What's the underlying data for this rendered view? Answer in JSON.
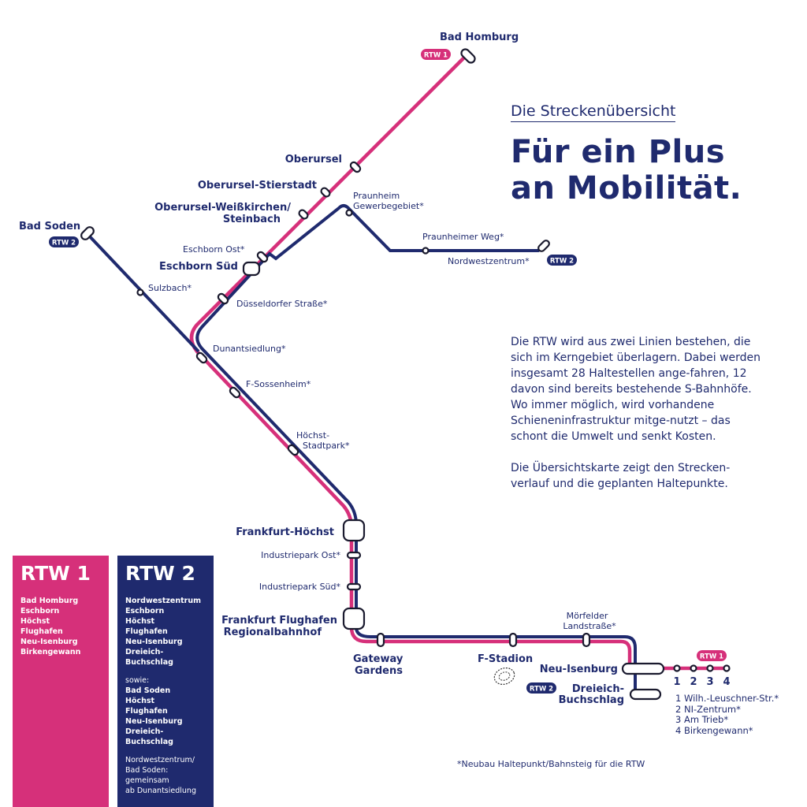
{
  "colors": {
    "rtw1": "#d6307a",
    "rtw2": "#1f2a6e"
  },
  "header": {
    "subtitle": "Die Streckenübersicht",
    "headline_1": "Für ein Plus",
    "headline_2": "an Mobilität."
  },
  "description": [
    "Die RTW wird aus zwei Linien bestehen, die sich im Kerngebiet überlagern. Dabei werden insgesamt 28 Haltestellen ange-fahren, 12 davon sind bereits bestehende S-Bahnhöfe. Wo immer möglich, wird vorhandene Schieneninfrastruktur mitge-nutzt – das schont die Umwelt und senkt Kosten.",
    "Die Übersichtskarte zeigt den Strecken-verlauf und die geplanten Haltepunkte."
  ],
  "badges": {
    "rtw1": "RTW 1",
    "rtw2": "RTW 2"
  },
  "stations": {
    "bad_homburg": "Bad Homburg",
    "oberursel": "Oberursel",
    "oberursel_stierstadt": "Oberursel-Stierstadt",
    "weisskirchen_1": "Oberursel-Weißkirchen/",
    "weisskirchen_2": "Steinbach",
    "praunheim_1": "Praunheim",
    "praunheim_2": "Gewerbegebiet*",
    "praunheimer_weg": "Praunheimer Weg*",
    "nordwestzentrum": "Nordwestzentrum*",
    "bad_soden": "Bad Soden",
    "eschborn_ost": "Eschborn Ost*",
    "eschborn_sued": "Eschborn Süd",
    "sulzbach": "Sulzbach*",
    "duesseldorfer": "Düsseldorfer Straße*",
    "dunantsiedlung": "Dunantsiedlung*",
    "sossenheim": "F-Sossenheim*",
    "hoechst_sp_1": "Höchst-",
    "hoechst_sp_2": "Stadtpark*",
    "f_hoechst": "Frankfurt-Höchst",
    "ip_ost": "Industriepark Ost*",
    "ip_sued": "Industriepark Süd*",
    "flughafen_1": "Frankfurt Flughafen",
    "flughafen_2": "Regionalbahnhof",
    "gateway_1": "Gateway",
    "gateway_2": "Gardens",
    "stadion": "F-Stadion",
    "moerfelder_1": "Mörfelder",
    "moerfelder_2": "Landstraße*",
    "neu_isenburg": "Neu-Isenburg",
    "dreieich_1": "Dreieich-",
    "dreieich_2": "Buchschlag"
  },
  "numbers": [
    "1",
    "2",
    "3",
    "4"
  ],
  "numbered_stops": [
    "1 Wilh.-Leuschner-Str.*",
    "2 NI-Zentrum*",
    "3 Am Trieb*",
    "4 Birkengewann*"
  ],
  "footnote": "*Neubau Haltepunkt/Bahnsteig für die RTW",
  "legend": {
    "rtw1": {
      "title": "RTW 1",
      "stops": [
        "Bad Homburg",
        "Eschborn",
        "Höchst",
        "Flughafen",
        "Neu-Isenburg",
        "Birkengewann"
      ]
    },
    "rtw2": {
      "title": "RTW 2",
      "stops": [
        "Nordwestzentrum",
        "Eschborn",
        "Höchst",
        "Flughafen",
        "Neu-Isenburg",
        "Dreieich-Buchschlag"
      ],
      "also_label": "sowie:",
      "stops2": [
        "Bad Soden",
        "Höchst",
        "Flughafen",
        "Neu-Isenburg",
        "Dreieich-Buchschlag"
      ],
      "note": [
        "Nordwestzentrum/",
        "Bad Soden:",
        "gemeinsam",
        "ab Dunantsiedlung"
      ]
    }
  }
}
